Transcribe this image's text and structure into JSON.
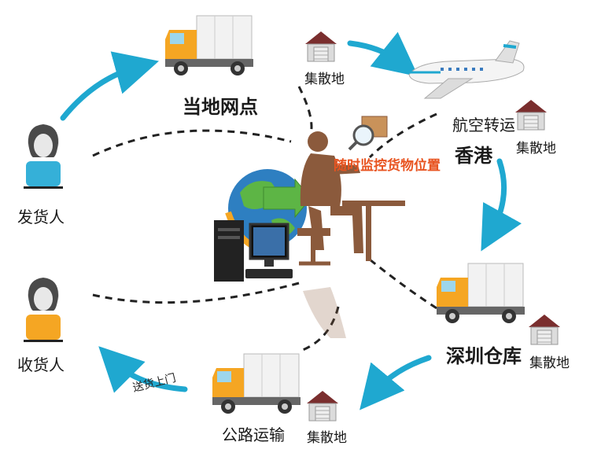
{
  "nodes": {
    "sender": "发货人",
    "receiver": "收货人",
    "local_branch": "当地网点",
    "air_transfer": "航空转运",
    "hong_kong": "香港",
    "shenzhen_warehouse": "深圳仓库",
    "road_transport": "公路运输"
  },
  "hubs": {
    "hub_top": "集散地",
    "hub_hk": "集散地",
    "hub_sz": "集散地",
    "hub_road": "集散地"
  },
  "edges": {
    "door_delivery": "送货上门"
  },
  "center": {
    "monitor_label": "随时监控货物位置"
  },
  "colors": {
    "arrow": "#1fa8d0",
    "truck_body": "#f5a623",
    "accent": "#e8531f",
    "person_silhouette": "#8b5a3c"
  }
}
